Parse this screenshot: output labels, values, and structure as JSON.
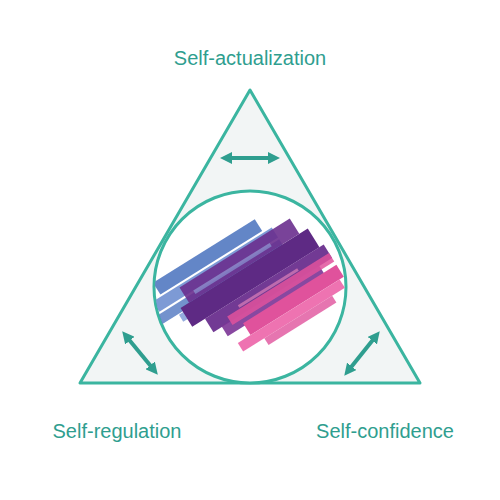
{
  "diagram": {
    "labels": [
      "Self-actualization",
      "Self-regulation",
      "Self-confidence"
    ]
  }
}
